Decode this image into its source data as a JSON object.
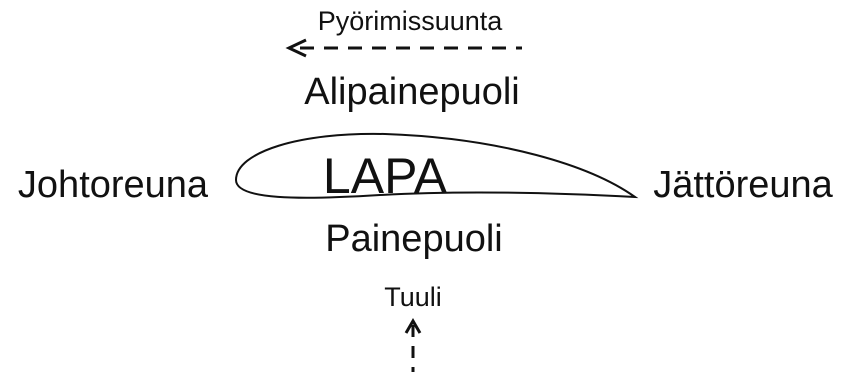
{
  "diagram": {
    "rotation_label": "Pyörimissuunta",
    "suction_side_label": "Alipainepuoli",
    "leading_edge_label": "Johtoreuna",
    "blade_label": "LAPA",
    "trailing_edge_label": "Jättöreuna",
    "pressure_side_label": "Painepuoli",
    "wind_label": "Tuuli"
  },
  "colors": {
    "ink": "#111111",
    "background": "#ffffff"
  }
}
